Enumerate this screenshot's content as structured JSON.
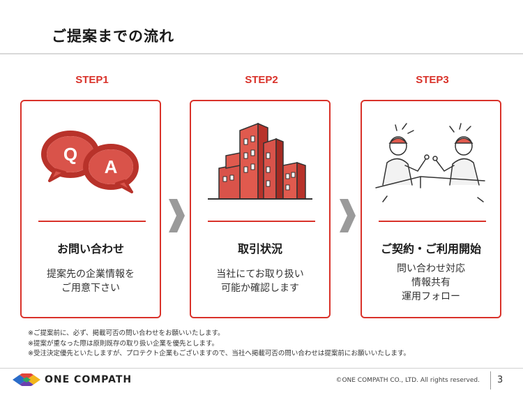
{
  "title": "ご提案までの流れ",
  "steps": [
    {
      "label": "STEP1",
      "heading": "お問い合わせ",
      "desc": "提案先の企業情報を\nご用意下さい",
      "icon": "qa-bubbles-icon"
    },
    {
      "label": "STEP2",
      "heading": "取引状況",
      "desc": "当社にてお取り扱い\n可能か確認します",
      "icon": "building-icon"
    },
    {
      "label": "STEP3",
      "heading": "ご契約・ご利用開始",
      "desc": "問い合わせ対応\n情報共有\n運用フォロー",
      "icon": "handshake-icon"
    }
  ],
  "qa_letters": {
    "q": "Q",
    "a": "A"
  },
  "notes": [
    "※ご提案前に、必ず、掲載可否の問い合わせをお願いいたします。",
    "※提案が重なった際は原則既存の取り扱い企業を優先とします。",
    "※受注決定優先といたしますが、プロテクト企業もございますので、当社へ掲載可否の問い合わせは提案前にお願いいたします。"
  ],
  "footer": {
    "logo_text": "ONE COMPATH",
    "copyright": "©ONE COMPATH CO., LTD. All rights reserved.",
    "page": "3"
  },
  "colors": {
    "accent": "#d9322a",
    "chevron": "#9a9a9a"
  }
}
